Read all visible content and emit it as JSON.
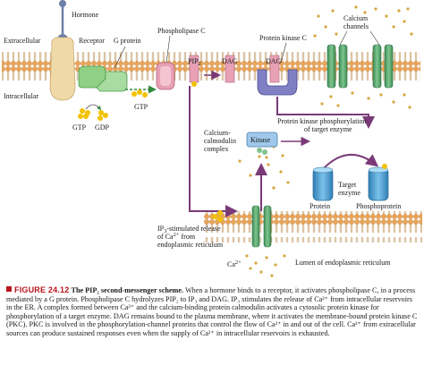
{
  "labels": {
    "hormone": "Hormone",
    "extracellular": "Extracellular",
    "intracellular": "Intracellular",
    "receptor": "Receptor",
    "g_protein": "G protein",
    "phospholipase_c": "Phospholipase C",
    "protein_kinase_c": "Protein kinase C",
    "calcium_channels_1": "Calcium",
    "calcium_channels_2": "channels",
    "pip2": "PIP",
    "pip2_sub": "2",
    "dag1": "DAG",
    "dag2": "DAG",
    "gtp1": "GTP",
    "gtp2": "GTP",
    "gdp": "GDP",
    "calmodulin_1": "Calcium-",
    "calmodulin_2": "calmodulin",
    "calmodulin_3": "complex",
    "kinase": "Kinase",
    "pk_phos_1": "Protein kinase phosphorylation",
    "pk_phos_2": "of target enzyme",
    "target_1": "Target",
    "target_2": "enzyme",
    "protein": "Protein",
    "phosphoprotein": "Phosphoprotein",
    "ip3_1": "IP",
    "ip3_1b": "-stimulated release",
    "ip3_sub": "3",
    "ip3_2": "of Ca",
    "ip3_2b": " from",
    "ip3_3": "endoplasmic reticulum",
    "ca2": "Ca",
    "sup2": "2+",
    "lumen": "Lumen of endoplasmic reticulum"
  },
  "caption": {
    "figure": "FIGURE 24.12",
    "title": "The PIP₂ second-messenger scheme.",
    "text": "When a hormone binds to a receptor, it activates phospholipase C, in a process mediated by a G protein. Phospholipase C hydrolyzes PIP₂ to IP₃ and DAG. IP₃ stimulates the release of Ca²⁺ from intracellular reservoirs in the ER. A complex formed between Ca²⁺ and the calcium-binding protein calmodulin activates a cytosolic protein kinase for phosphorylation of a target enzyme. DAG remains bound to the plasma membrane, where it activates the membrane-bound protein kinase C (PKC). PKC is involved in the phosphorylation-channel proteins that control the flow of Ca²⁺ in and out of the cell. Ca²⁺ from extracellular sources can produce sustained responses even when the supply of Ca²⁺ in intracellular reservoirs is exhausted."
  },
  "colors": {
    "membrane_head": "#e8a55a",
    "receptor": "#f0d9a8",
    "g_protein": "#8fcf86",
    "plc": "#e7a0b6",
    "pkc": "#7f80c4",
    "channel": "#5aa870",
    "enzyme": "#4da0d2",
    "calcium": "#d9a640",
    "phosphate": "#f2c200",
    "arrow": "#7a3a78",
    "caption_accent": "#b8141d"
  }
}
